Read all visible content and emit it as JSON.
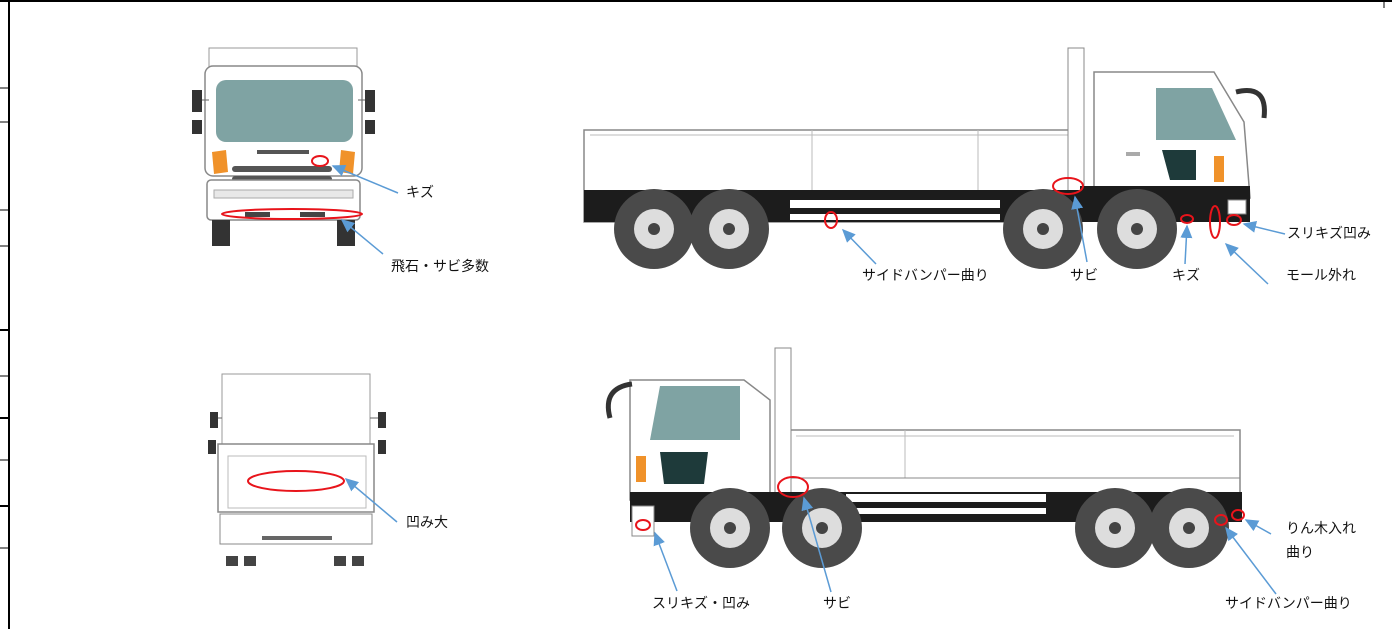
{
  "colors": {
    "marker": "#e8141b",
    "arrow": "#5b9bd5",
    "glass": "#7fa3a3",
    "tire": "#4a4a4a",
    "chassis": "#1c1c1c",
    "orange": "#f0922a"
  },
  "views": {
    "front": {
      "labels": [
        "キズ",
        "飛石・サビ多数"
      ]
    },
    "rear": {
      "labels": [
        "凹み大"
      ]
    },
    "right_side": {
      "labels": [
        "サイドバンパー曲り",
        "サビ",
        "キズ",
        "モール外れ",
        "スリキズ凹み"
      ]
    },
    "left_side": {
      "labels": [
        "スリキズ・凹み",
        "サビ",
        "サイドバンパー曲り",
        "りん木入れ",
        "曲り"
      ]
    }
  }
}
